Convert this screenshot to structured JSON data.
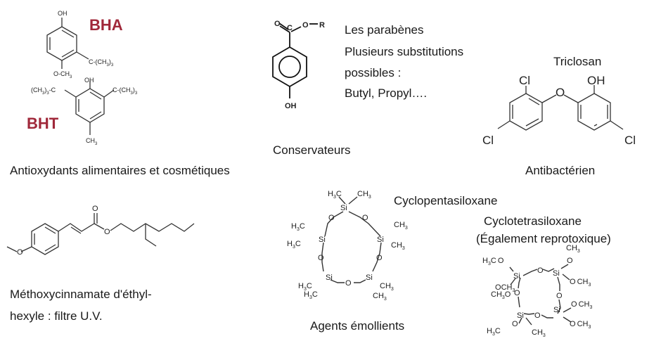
{
  "colors": {
    "highlight": "#a0283a",
    "text": "#1a1a1a"
  },
  "labels": {
    "bha": "BHA",
    "bht": "BHT",
    "parabens_title": "Les parabènes",
    "parabens_line2": "Plusieurs substitutions",
    "parabens_line3": "possibles :",
    "parabens_line4": "Butyl, Propyl….",
    "triclosan": "Triclosan",
    "conservateurs": "Conservateurs",
    "antioxydants": "Antioxydants alimentaires et cosmétiques",
    "antibacterien": "Antibactérien",
    "cyclopentasiloxane": "Cyclopentasiloxane",
    "cyclotetrasiloxane": "Cyclotetrasiloxane",
    "reprotoxique": "(Également reprotoxique)",
    "methoxy_line1": "Méthoxycinnamate d'éthyl-",
    "methoxy_line2": "hexyle : filtre U.V.",
    "agents": "Agents émollients"
  },
  "atoms": {
    "oh": "OH",
    "och3": "O-CH",
    "tbu_r": "C-(CH",
    "tbu_l": "(CH",
    "tbu_l_tail": ")",
    "tbu_l_c": "-C",
    "ch3": "CH",
    "o": "O",
    "r": "R",
    "c": "C",
    "cl": "Cl",
    "si": "Si",
    "h3c": "H",
    "three": "3",
    "close3": ")"
  }
}
